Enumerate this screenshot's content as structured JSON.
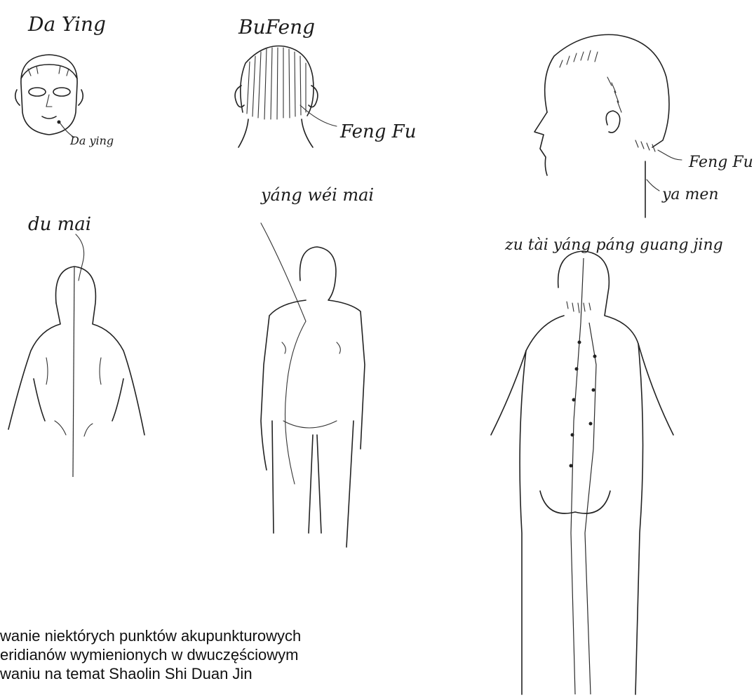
{
  "labels": {
    "da_ying_title": "Da Ying",
    "da_ying_point": "Da ying",
    "bu_feng_title": "BuFeng",
    "feng_fu_back": "Feng Fu",
    "feng_fu_side": "Feng Fu",
    "ya_men": "ya men",
    "du_mai": "du mai",
    "yang_wei_mai": "yáng wéi mai",
    "zu_tai_yang": "zu tài yáng páng guang jing"
  },
  "caption": {
    "line1": "wanie niektórych punktów akupunkturowych",
    "line2": "eridianów wymienionych w dwuczęściowym",
    "line3": "waniu na temat Shaolin Shi Duan Jin"
  }
}
